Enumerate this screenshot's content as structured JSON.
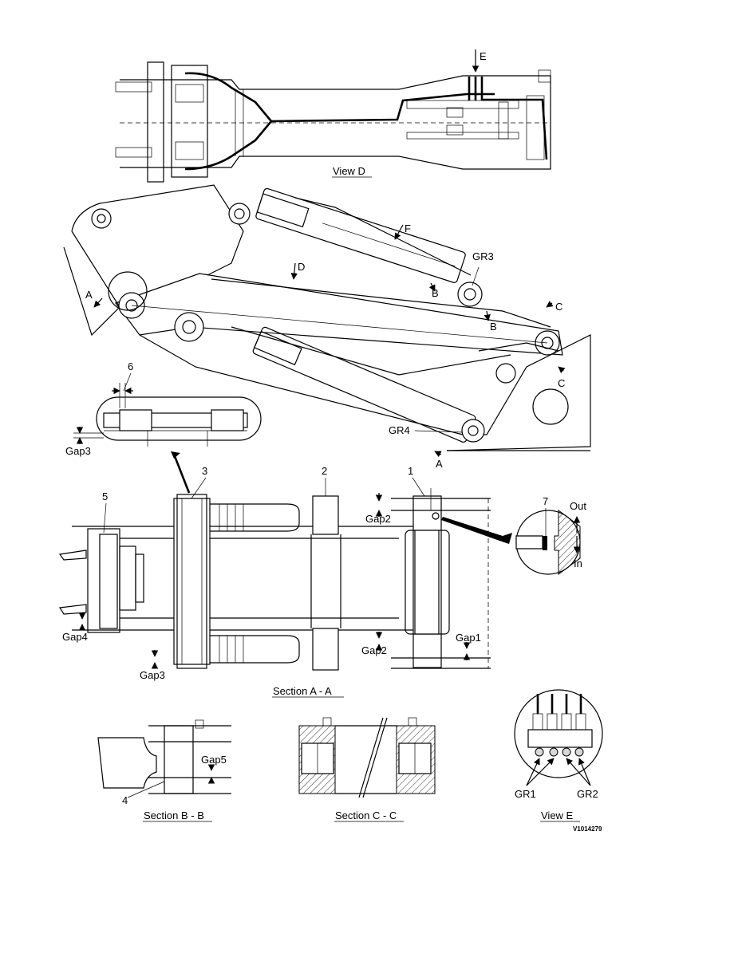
{
  "views": {
    "view_d": "View  D",
    "section_aa": "Section  A - A",
    "section_bb": "Section  B - B",
    "section_cc": "Section  C - C",
    "view_e": "View  E"
  },
  "labels": {
    "E": "E",
    "F": "F",
    "D": "D",
    "A_top": "A",
    "A_bottom": "A",
    "B_left": "B",
    "B_right": "B",
    "C_top": "C",
    "C_bottom": "C",
    "GR1": "GR1",
    "GR2": "GR2",
    "GR3": "GR3",
    "GR4": "GR4",
    "n1": "1",
    "n2": "2",
    "n3": "3",
    "n4": "4",
    "n5": "5",
    "n6": "6",
    "n7": "7",
    "gap1": "Gap1",
    "gap2_top": "Gap2",
    "gap2_bottom": "Gap2",
    "gap3_top": "Gap3",
    "gap3_bottom": "Gap3",
    "gap4": "Gap4",
    "gap5": "Gap5",
    "out": "Out",
    "in": "In",
    "ref": "V1014279"
  }
}
